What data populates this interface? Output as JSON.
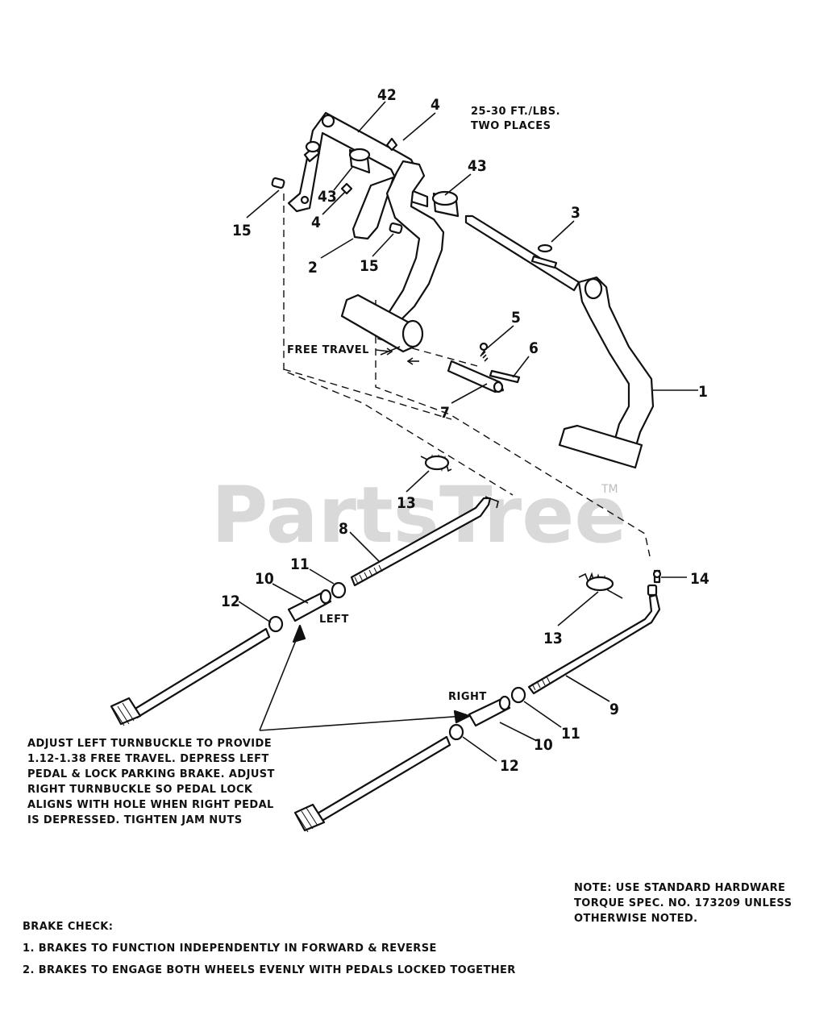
{
  "watermark": {
    "text": "PartsTree",
    "tm": "TM"
  },
  "callouts": {
    "c42": "42",
    "c4a": "4",
    "c4b": "4",
    "c43a": "43",
    "c43b": "43",
    "c15a": "15",
    "c15b": "15",
    "c2": "2",
    "c3": "3",
    "c5": "5",
    "c6": "6",
    "c7": "7",
    "c1": "1",
    "c13a": "13",
    "c13b": "13",
    "c8": "8",
    "c11a": "11",
    "c11b": "11",
    "c10a": "10",
    "c10b": "10",
    "c12a": "12",
    "c12b": "12",
    "c14": "14",
    "c9": "9"
  },
  "labels": {
    "torque": [
      "25-30 FT./LBS.",
      "TWO PLACES"
    ],
    "free_travel": "FREE TRAVEL",
    "left": "LEFT",
    "right": "RIGHT"
  },
  "adjust_note": [
    "ADJUST LEFT TURNBUCKLE TO PROVIDE",
    "1.12-1.38 FREE TRAVEL.  DEPRESS LEFT",
    "PEDAL & LOCK PARKING BRAKE.  ADJUST",
    "RIGHT TURNBUCKLE SO PEDAL LOCK",
    "ALIGNS WITH HOLE WHEN RIGHT PEDAL",
    "IS DEPRESSED.  TIGHTEN JAM NUTS"
  ],
  "hardware_note": [
    "NOTE: USE STANDARD HARDWARE",
    "TORQUE SPEC. NO. 173209 UNLESS",
    "OTHERWISE NOTED."
  ],
  "brake_check": {
    "title": "BRAKE CHECK:",
    "items": [
      "1.  BRAKES TO FUNCTION INDEPENDENTLY IN FORWARD & REVERSE",
      "2.  BRAKES TO ENGAGE BOTH WHEELS EVENLY WITH PEDALS LOCKED TOGETHER"
    ]
  }
}
